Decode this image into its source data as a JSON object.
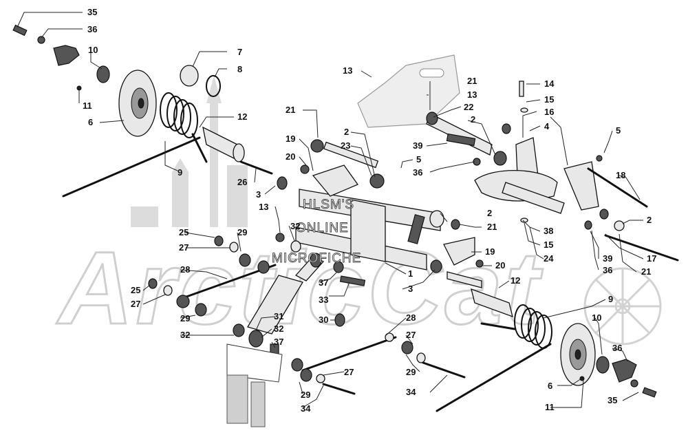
{
  "watermark": {
    "brand": "ArcticCat",
    "overlay_lines": [
      "HLSM'S",
      "ONLINE",
      "MICROFICHE"
    ]
  },
  "callouts": [
    {
      "id": "c35a",
      "text": "35"
    },
    {
      "id": "c36a",
      "text": "36"
    },
    {
      "id": "c10a",
      "text": "10"
    },
    {
      "id": "c7",
      "text": "7"
    },
    {
      "id": "c8",
      "text": "8"
    },
    {
      "id": "c11a",
      "text": "11"
    },
    {
      "id": "c6a",
      "text": "6"
    },
    {
      "id": "c12a",
      "text": "12"
    },
    {
      "id": "c9a",
      "text": "9"
    },
    {
      "id": "c26",
      "text": "26"
    },
    {
      "id": "c3a",
      "text": "3"
    },
    {
      "id": "c21a",
      "text": "21"
    },
    {
      "id": "c19a",
      "text": "19"
    },
    {
      "id": "c20a",
      "text": "20"
    },
    {
      "id": "c2a",
      "text": "2"
    },
    {
      "id": "c23",
      "text": "23"
    },
    {
      "id": "c5a",
      "text": "5"
    },
    {
      "id": "c13a",
      "text": "13"
    },
    {
      "id": "c21b",
      "text": "21"
    },
    {
      "id": "c13b",
      "text": "13"
    },
    {
      "id": "c22",
      "text": "22"
    },
    {
      "id": "c2b",
      "text": "2"
    },
    {
      "id": "c14",
      "text": "14"
    },
    {
      "id": "c15a",
      "text": "15"
    },
    {
      "id": "c16",
      "text": "16"
    },
    {
      "id": "c4",
      "text": "4"
    },
    {
      "id": "c39a",
      "text": "39"
    },
    {
      "id": "c36b",
      "text": "36"
    },
    {
      "id": "c5b",
      "text": "5"
    },
    {
      "id": "c18",
      "text": "18"
    },
    {
      "id": "c2c",
      "text": "2"
    },
    {
      "id": "c13c",
      "text": "13"
    },
    {
      "id": "c32a",
      "text": "32"
    },
    {
      "id": "c2d",
      "text": "2"
    },
    {
      "id": "c21c",
      "text": "21"
    },
    {
      "id": "c38",
      "text": "38"
    },
    {
      "id": "c15b",
      "text": "15"
    },
    {
      "id": "c24",
      "text": "24"
    },
    {
      "id": "c39b",
      "text": "39"
    },
    {
      "id": "c36c",
      "text": "36"
    },
    {
      "id": "c17",
      "text": "17"
    },
    {
      "id": "c21d",
      "text": "21"
    },
    {
      "id": "c25a",
      "text": "25"
    },
    {
      "id": "c29a",
      "text": "29"
    },
    {
      "id": "c27a",
      "text": "27"
    },
    {
      "id": "c19b",
      "text": "19"
    },
    {
      "id": "c20b",
      "text": "20"
    },
    {
      "id": "c28a",
      "text": "28"
    },
    {
      "id": "c1",
      "text": "1"
    },
    {
      "id": "c37a",
      "text": "37"
    },
    {
      "id": "c3b",
      "text": "3"
    },
    {
      "id": "c12b",
      "text": "12"
    },
    {
      "id": "c25b",
      "text": "25"
    },
    {
      "id": "c27b",
      "text": "27"
    },
    {
      "id": "c33",
      "text": "33"
    },
    {
      "id": "c29b",
      "text": "29"
    },
    {
      "id": "c30",
      "text": "30"
    },
    {
      "id": "c9b",
      "text": "9"
    },
    {
      "id": "c31",
      "text": "31"
    },
    {
      "id": "c32b",
      "text": "32"
    },
    {
      "id": "c28b",
      "text": "28"
    },
    {
      "id": "c32c",
      "text": "32"
    },
    {
      "id": "c37b",
      "text": "37"
    },
    {
      "id": "c27c",
      "text": "27"
    },
    {
      "id": "c10b",
      "text": "10"
    },
    {
      "id": "c36d",
      "text": "36"
    },
    {
      "id": "c29c",
      "text": "29"
    },
    {
      "id": "c27d",
      "text": "27"
    },
    {
      "id": "c6b",
      "text": "6"
    },
    {
      "id": "c34a",
      "text": "34"
    },
    {
      "id": "c29d",
      "text": "29"
    },
    {
      "id": "c11b",
      "text": "11"
    },
    {
      "id": "c35b",
      "text": "35"
    },
    {
      "id": "c34b",
      "text": "34"
    }
  ]
}
